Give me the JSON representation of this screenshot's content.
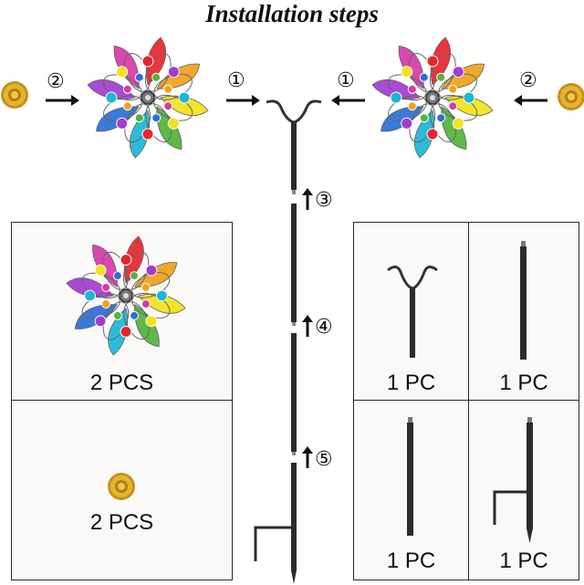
{
  "title": "Installation steps",
  "steps": {
    "step1_left": "①",
    "step1_right": "①",
    "step2_left": "②",
    "step2_right": "②",
    "step3": "③",
    "step4": "④",
    "step5": "⑤"
  },
  "parts_left": {
    "spinner": {
      "label": "2 PCS",
      "icon": "flower-spinner-icon"
    },
    "cap": {
      "label": "2 PCS",
      "icon": "gold-cap-icon"
    }
  },
  "parts_right": {
    "top_fork": {
      "label": "1 PC",
      "icon": "y-fork-top-icon"
    },
    "rod_a": {
      "label": "1 PC",
      "icon": "rod-icon"
    },
    "rod_b": {
      "label": "1 PC",
      "icon": "rod-icon"
    },
    "ground_stake": {
      "label": "1 PC",
      "icon": "ground-stake-icon"
    }
  },
  "colors": {
    "petals": [
      "#e5262d",
      "#f0a21b",
      "#f2e21b",
      "#53b33a",
      "#1db6d6",
      "#2a6fd6",
      "#a43bd1",
      "#d63aa8"
    ],
    "pole": "#2b2b2b",
    "cap": "#d5a520",
    "panel_bg": "#fbf8f8"
  }
}
